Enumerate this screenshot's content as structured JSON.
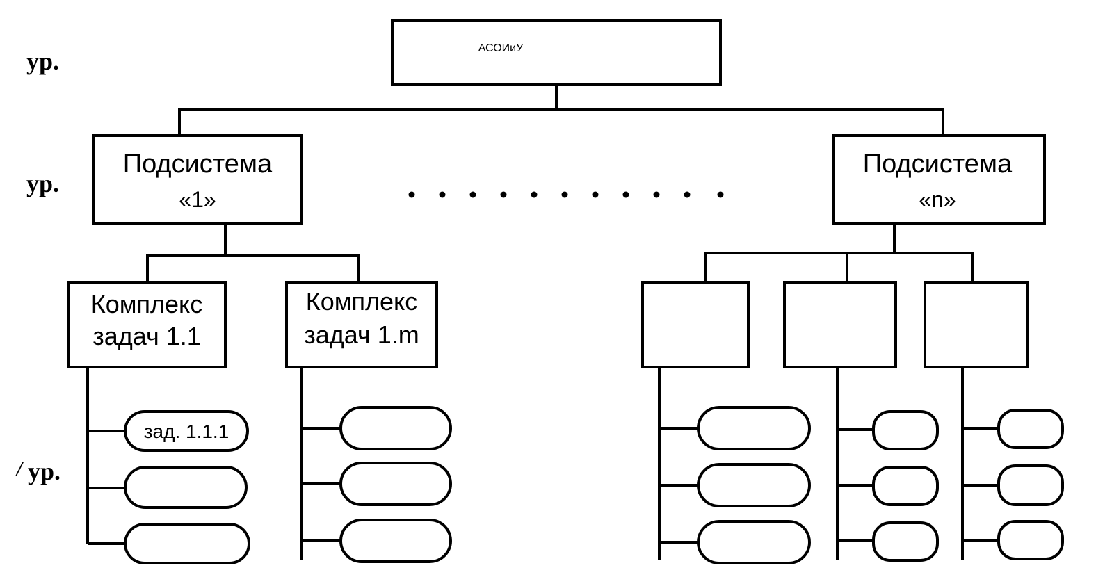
{
  "levels": {
    "level_0": "ур.",
    "level_1": "ур.",
    "level_2": "ур.",
    "level_2_prefix": "/"
  },
  "root": {
    "label": "АСОИиУ"
  },
  "subsystem_1": {
    "line1": "Подсистема",
    "line2": "«1»",
    "complex_1": {
      "line1": "Комплекс",
      "line2": "задач 1.1",
      "task_1": "зад. 1.1.1",
      "task_2": "",
      "task_3": ""
    },
    "complex_m": {
      "line1": "Комплекс",
      "line2": "задач 1.m"
    }
  },
  "subsystem_n": {
    "line1": "Подсистема",
    "line2": "«n»"
  }
}
